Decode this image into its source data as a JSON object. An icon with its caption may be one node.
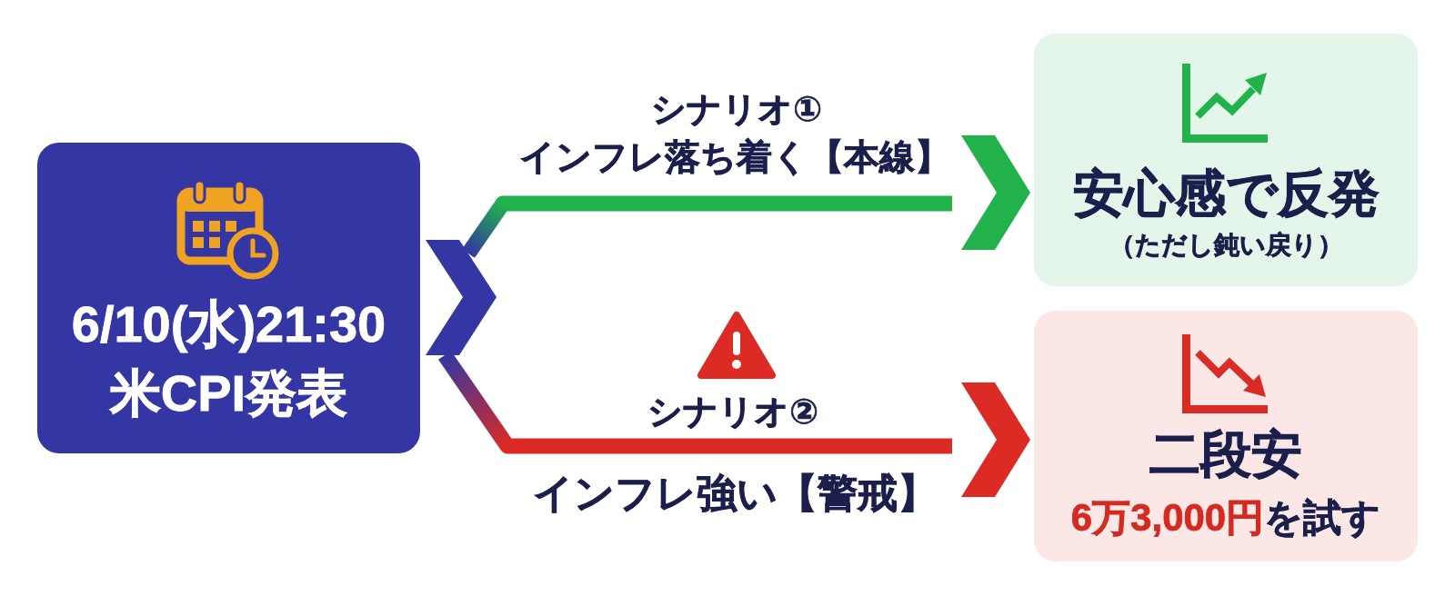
{
  "diagram": {
    "nodes": [
      {
        "text": [
          "6/10(水)21:30",
          "米CPI発表"
        ]
      },
      {
        "text": [
          "安心感で反発",
          "（ただし鈍い戻り）"
        ]
      },
      {
        "text": [
          "二段安",
          "**6万3,000円**を試す"
        ]
      }
    ],
    "edges": [
      {
        "from": 0,
        "to": 1,
        "arrow": "to",
        "label": "シナリオ①",
        "color": "#22b24c"
      },
      {
        "from": 0,
        "to": 2,
        "arrow": "to",
        "label": "シナリオ②",
        "color": "#dc2b24"
      }
    ],
    "labels": [
      "インフレ落ち着く【本線】",
      "インフレ強い【警戒】"
    ]
  }
}
